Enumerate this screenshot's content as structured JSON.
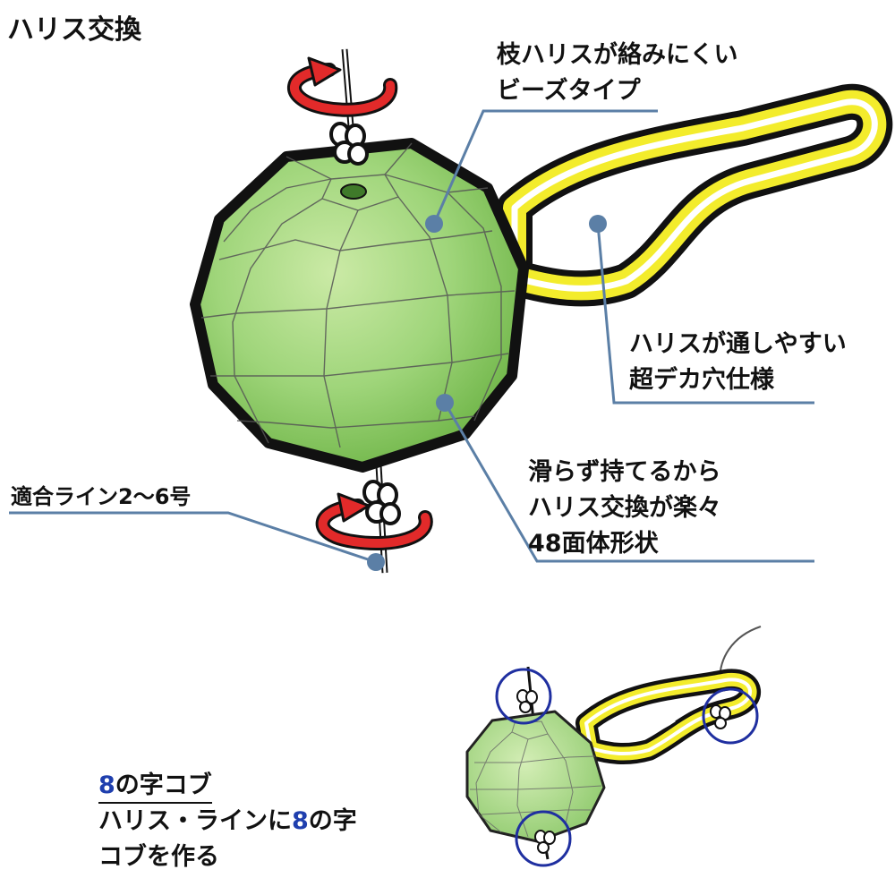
{
  "title": "ハリス交換",
  "callouts": {
    "beads": [
      "枝ハリスが絡みにくい",
      "ビーズタイプ"
    ],
    "hole": [
      "ハリスが通しやすい",
      "超デカ穴仕様"
    ],
    "shape": [
      "滑らず持てるから",
      "ハリス交換が楽々",
      "48面体形状"
    ],
    "line": "適合ライン2〜6号"
  },
  "note": {
    "num": "8",
    "heading_rest": "の字コブ",
    "line2_pre": "ハリス・ラインに",
    "line2_num": "8",
    "line2_post": "の字",
    "line3": "コブを作る"
  },
  "colors": {
    "bead_fill": "#9fd57a",
    "bead_outline": "#111111",
    "loop_yellow": "#f3ec2c",
    "leader_blue": "#5b7fa6",
    "arrow_red": "#e22a2a",
    "circle_blue": "#1f2fa0",
    "text_accent_blue": "#1f3fae"
  },
  "icons": [
    "rotate-arrow-icon",
    "figure-eight-knot-icon"
  ]
}
